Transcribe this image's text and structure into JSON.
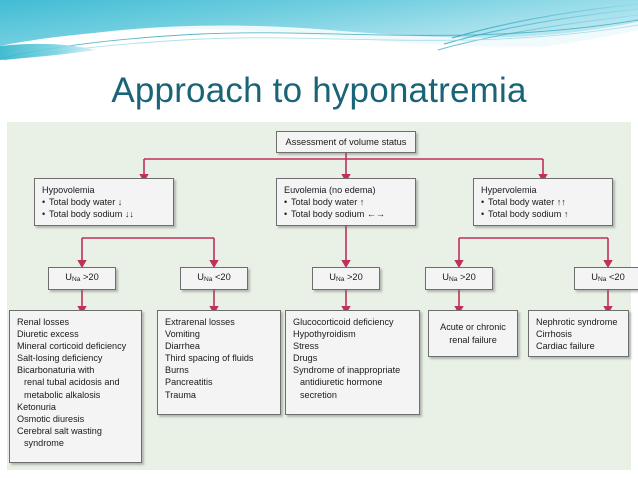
{
  "slide": {
    "title": "Approach to hyponatremia",
    "title_color": "#1a6478",
    "header_accent": "#5ec6dd",
    "diagram_bg": "#e9f1e6",
    "connector_color": "#c0305a"
  },
  "diagram": {
    "root": {
      "label": "Assessment of volume status"
    },
    "volume_states": [
      {
        "name": "hypovolemia",
        "heading": "Hypovolemia",
        "bullets": [
          "Total body water ↓",
          "Total body sodium ↓↓"
        ]
      },
      {
        "name": "euvolemia",
        "heading": "Euvolemia (no edema)",
        "bullets": [
          "Total body water ↑",
          "Total body sodium ←→"
        ]
      },
      {
        "name": "hypervolemia",
        "heading": "Hypervolemia",
        "bullets": [
          "Total body water ↑↑",
          "Total body sodium ↑"
        ]
      }
    ],
    "urine_sodium": [
      {
        "symbol": "U",
        "sub": "Na",
        "value": ">20"
      },
      {
        "symbol": "U",
        "sub": "Na",
        "value": "<20"
      },
      {
        "symbol": "U",
        "sub": "Na",
        "value": ">20"
      },
      {
        "symbol": "U",
        "sub": "Na",
        "value": ">20"
      },
      {
        "symbol": "U",
        "sub": "Na",
        "value": "<20"
      }
    ],
    "causes": [
      {
        "name": "renal-losses",
        "lines": [
          {
            "text": "Renal losses",
            "indent": false
          },
          {
            "text": "Diuretic excess",
            "indent": false
          },
          {
            "text": "Mineral corticoid deficiency",
            "indent": false
          },
          {
            "text": "Salt-losing deficiency",
            "indent": false
          },
          {
            "text": "Bicarbonaturia with",
            "indent": false
          },
          {
            "text": "renal tubal acidosis and",
            "indent": true
          },
          {
            "text": "metabolic alkalosis",
            "indent": true
          },
          {
            "text": "Ketonuria",
            "indent": false
          },
          {
            "text": "Osmotic diuresis",
            "indent": false
          },
          {
            "text": "Cerebral salt wasting",
            "indent": false
          },
          {
            "text": "syndrome",
            "indent": true
          }
        ]
      },
      {
        "name": "extrarenal-losses",
        "lines": [
          {
            "text": "Extrarenal losses",
            "indent": false
          },
          {
            "text": "Vomiting",
            "indent": false
          },
          {
            "text": "Diarrhea",
            "indent": false
          },
          {
            "text": "Third spacing of fluids",
            "indent": false
          },
          {
            "text": "Burns",
            "indent": false
          },
          {
            "text": "Pancreatitis",
            "indent": false
          },
          {
            "text": "Trauma",
            "indent": false
          }
        ]
      },
      {
        "name": "euvolemic-causes",
        "lines": [
          {
            "text": "Glucocorticoid deficiency",
            "indent": false
          },
          {
            "text": "Hypothyroidism",
            "indent": false
          },
          {
            "text": "Stress",
            "indent": false
          },
          {
            "text": "Drugs",
            "indent": false
          },
          {
            "text": "Syndrome of inappropriate",
            "indent": false
          },
          {
            "text": "antidiuretic hormone",
            "indent": true
          },
          {
            "text": "secretion",
            "indent": true
          }
        ]
      },
      {
        "name": "renal-failure",
        "lines": [
          {
            "text": "Acute or chronic",
            "indent": false
          },
          {
            "text": "renal failure",
            "indent": false
          }
        ]
      },
      {
        "name": "edematous-states",
        "lines": [
          {
            "text": "Nephrotic syndrome",
            "indent": false
          },
          {
            "text": "Cirrhosis",
            "indent": false
          },
          {
            "text": "Cardiac failure",
            "indent": false
          }
        ]
      }
    ]
  }
}
